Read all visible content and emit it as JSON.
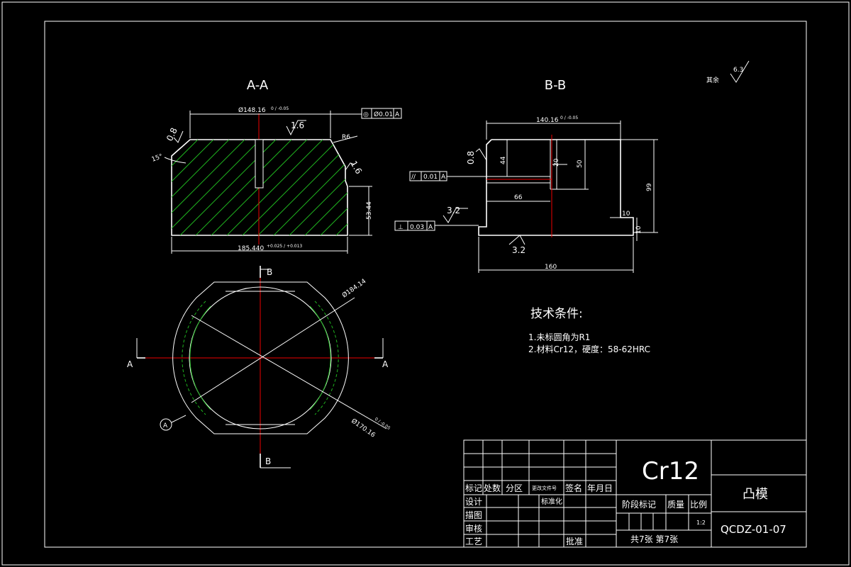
{
  "drawing": {
    "view_aa_title": "A-A",
    "view_bb_title": "B-B",
    "surface_rest_label": "其余",
    "surface_rest_value": "6.3",
    "aa_dim_top": "Ø148.16",
    "aa_dim_top_tol": "0 / -0.05",
    "aa_gdt_symbol": "◎",
    "aa_gdt_value": "Ø0.01",
    "aa_gdt_datum": "A",
    "aa_rough_top": "1.6",
    "aa_rough_left": "0.8",
    "aa_rough_right": "1.6",
    "aa_radius": "R6",
    "aa_angle": "15°",
    "aa_height": "53.44",
    "aa_dim_bottom": "185.440",
    "aa_dim_bottom_tol": "+0.025 / +0.013",
    "bb_dim_top": "140.16",
    "bb_dim_top_tol": "0 / -0.05",
    "bb_dim_44": "44",
    "bb_dim_20": "20",
    "bb_dim_50": "50",
    "bb_dim_99": "99",
    "bb_dim_66": "66",
    "bb_dim_10a": "10",
    "bb_dim_10b": "10",
    "bb_dim_160": "160",
    "bb_rough_08": "0.8",
    "bb_rough_32a": "3.2",
    "bb_rough_32b": "3.2",
    "bb_gdt1_symbol": "//",
    "bb_gdt1_value": "0.01",
    "bb_gdt1_datum": "A",
    "bb_gdt2_symbol": "⊥",
    "bb_gdt2_value": "0.03",
    "bb_gdt2_datum": "A",
    "plan_section_b": "B",
    "plan_section_a": "A",
    "plan_datum_a": "A",
    "plan_dia_outer": "Ø184.14",
    "plan_dia_inner": "Ø170.16",
    "plan_dia_inner_tol": "0 / -0.05"
  },
  "notes": {
    "title": "技术条件:",
    "items": [
      "1.未标圆角为R1",
      "2.材料Cr12，硬度：58-62HRC"
    ]
  },
  "title_block": {
    "material": "Cr12",
    "part_name": "凸模",
    "drawing_no": "QCDZ-01-07",
    "scale": "1:2",
    "sheets": "共7张  第7张",
    "headers": {
      "mark": "标记",
      "count": "处数",
      "zone": "分区",
      "change_doc": "更改文件号",
      "sign": "签名",
      "date": "年月日",
      "design": "设计",
      "standard": "标准化",
      "drawing": "描图",
      "review": "审核",
      "process": "工艺",
      "approve": "批准",
      "stage_mark": "阶段标记",
      "weight": "质量",
      "ratio": "比例"
    }
  }
}
